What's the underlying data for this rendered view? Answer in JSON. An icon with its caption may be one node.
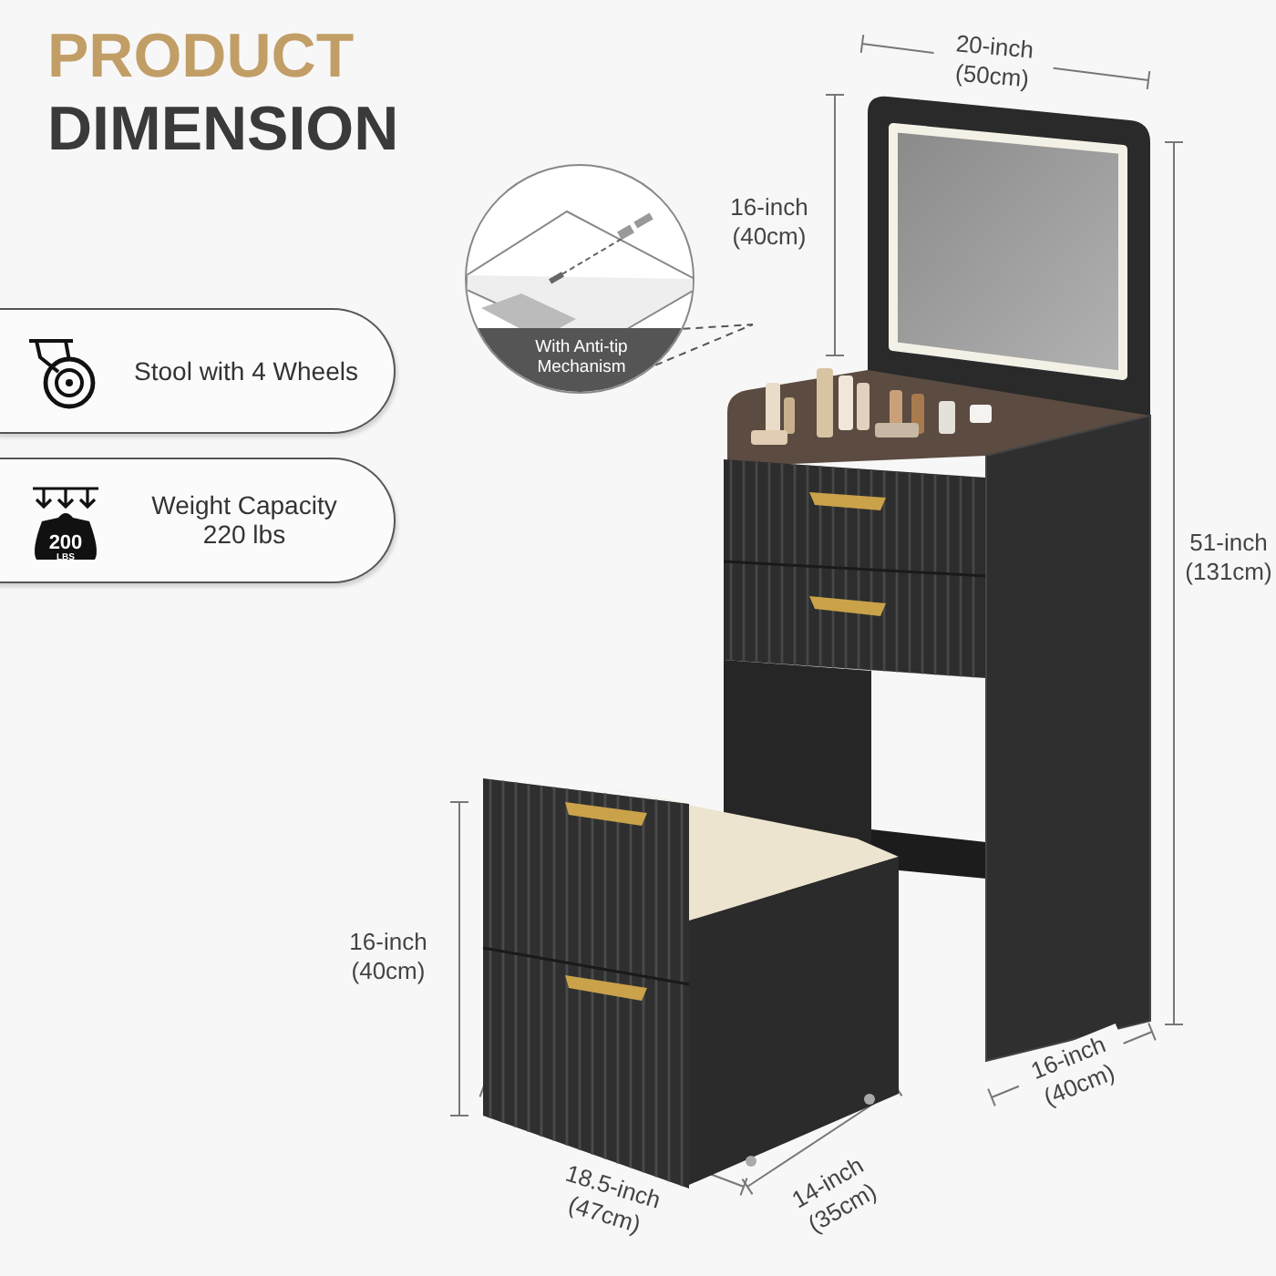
{
  "diagram": {
    "nodes": [
      {
        "text": [
          "Stool with 4 Wheels"
        ]
      },
      {
        "text": [
          "Weight Capacity 220 lbs"
        ]
      },
      {
        "text": [
          "With Anti-tip Mechanism"
        ]
      },
      {
        "text": [],
        "shape": "picture"
      }
    ],
    "edges": [
      {
        "from": 2,
        "to": 3,
        "arrow": "none",
        "style": "dashed"
      }
    ],
    "labels": [
      "PRODUCT",
      "DIMENSION",
      "200",
      "LBS",
      "20-inch (50cm)",
      "16-inch (40cm)",
      "51-inch (131cm)",
      "16-inch (40cm)",
      "16-inch (40cm)",
      "18.5-inch (47cm)",
      "14-inch (35cm)"
    ]
  }
}
